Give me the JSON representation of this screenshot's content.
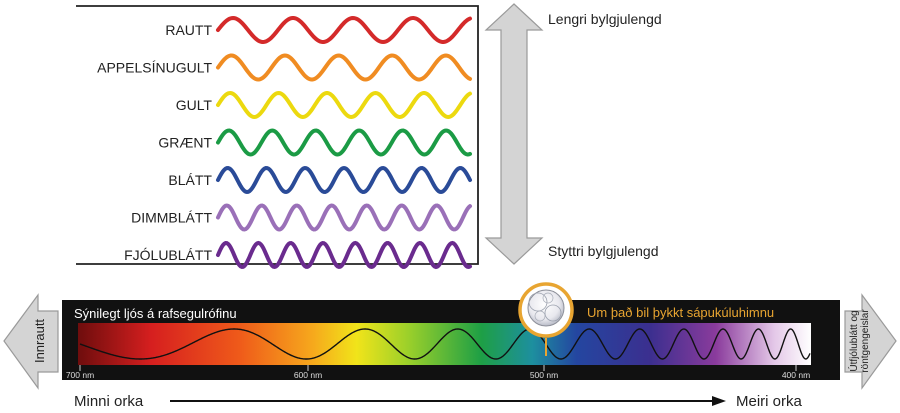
{
  "waves": [
    {
      "label": "RAUTT",
      "color": "#d42a2a",
      "cycles": 4.2
    },
    {
      "label": "APPELSÍNUGULT",
      "color": "#f08c22",
      "cycles": 4.7
    },
    {
      "label": "GULT",
      "color": "#ecd90f",
      "cycles": 5.2
    },
    {
      "label": "GRÆNT",
      "color": "#1b9b45",
      "cycles": 5.8
    },
    {
      "label": "BLÁTT",
      "color": "#2a4b98",
      "cycles": 6.5
    },
    {
      "label": "DIMMBLÁTT",
      "color": "#9a70b8",
      "cycles": 7.2
    },
    {
      "label": "FJÓLUBLÁTT",
      "color": "#6a2b8e",
      "cycles": 7.8
    }
  ],
  "arrow": {
    "top_label": "Lengri bylgjulengd",
    "bottom_label": "Styttri bylgjulengd"
  },
  "spectrum": {
    "title": "Sýnilegt ljós á rafsegulrófinu",
    "callout": "Um það bil þykkt sápukúluhimnu",
    "ticks": [
      "700 nm",
      "600 nm",
      "500 nm",
      "400 nm"
    ],
    "left_arrow_label": "Innrautt",
    "right_arrow_label_line1": "Útfjólublátt og",
    "right_arrow_label_line2": "röntgengeislar",
    "callout_color": "#e8a531"
  },
  "energy": {
    "left_label": "Minni orka",
    "right_label": "Meiri orka"
  }
}
